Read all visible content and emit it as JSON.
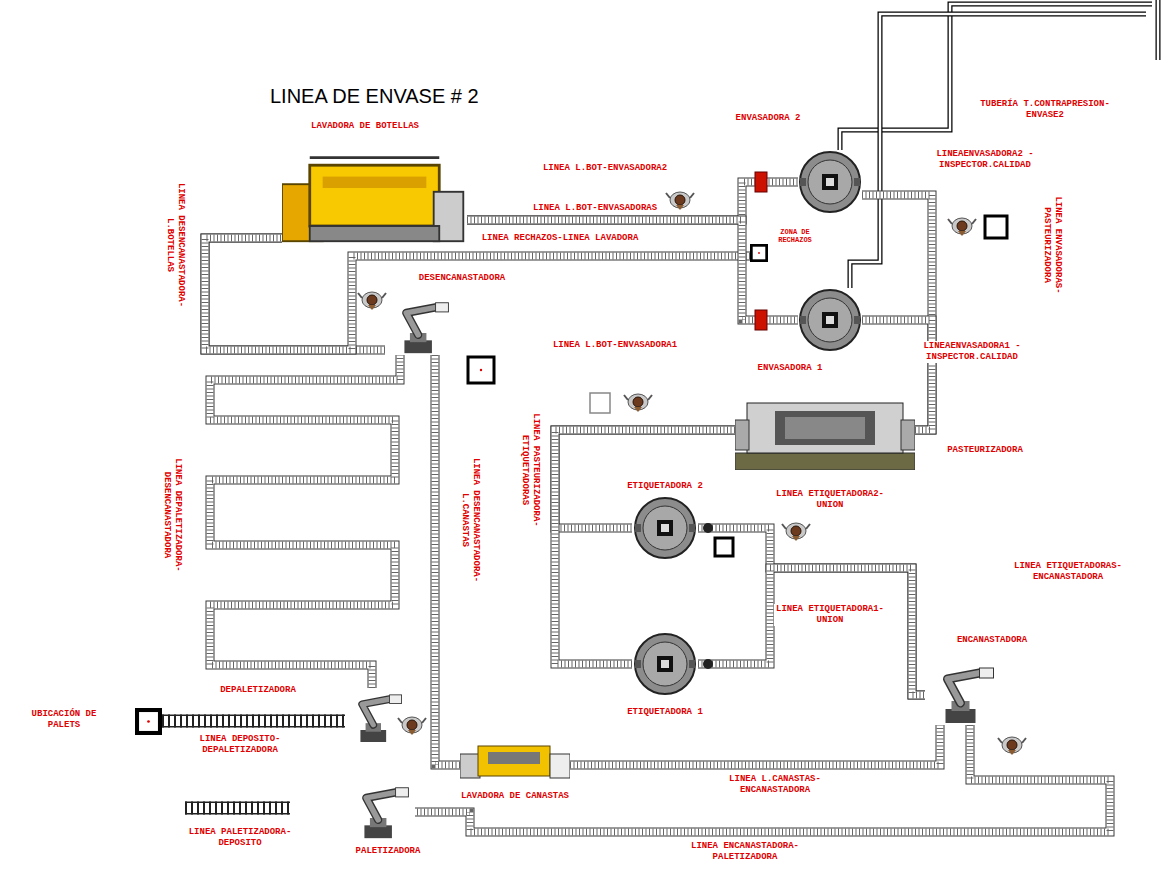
{
  "diagram": {
    "title": "LINEA DE ENVASE # 2",
    "nodes": [
      {
        "text": [
          "LAVADORA DE BOTELLAS"
        ]
      },
      {
        "text": [
          "ENVASADORA 2"
        ]
      },
      {
        "text": [
          "ENVASADORA 1"
        ]
      },
      {
        "text": [
          "DESENCANASTADORA"
        ]
      },
      {
        "text": [
          "PASTEURIZADORA"
        ]
      },
      {
        "text": [
          "ETIQUETADORA 2"
        ]
      },
      {
        "text": [
          "ETIQUETADORA 1"
        ]
      },
      {
        "text": [
          "ENCANASTADORA"
        ]
      },
      {
        "text": [
          "DEPALETIZADORA"
        ]
      },
      {
        "text": [
          "LAVADORA DE CANASTAS"
        ]
      },
      {
        "text": [
          "PALETIZADORA"
        ]
      },
      {
        "text": [
          "ZONA DE RECHAZOS"
        ]
      },
      {
        "text": [
          "UBICACIÓN DE PALETS"
        ]
      }
    ],
    "edges": [
      {
        "from": 12,
        "to": 8,
        "arrow": "none"
      },
      {
        "from": 8,
        "to": 3,
        "arrow": "none"
      },
      {
        "from": 3,
        "to": 0,
        "arrow": "none"
      },
      {
        "from": 11,
        "to": 0,
        "arrow": "none"
      },
      {
        "from": 3,
        "to": 9,
        "arrow": "none"
      },
      {
        "from": 0,
        "to": 1,
        "arrow": "none"
      },
      {
        "from": 0,
        "to": 2,
        "arrow": "none"
      },
      {
        "from": 1,
        "to": 4,
        "arrow": "none"
      },
      {
        "from": 2,
        "to": 4,
        "arrow": "none"
      },
      {
        "from": 4,
        "to": 5,
        "arrow": "none"
      },
      {
        "from": 4,
        "to": 6,
        "arrow": "none"
      },
      {
        "from": 5,
        "to": 7,
        "arrow": "none"
      },
      {
        "from": 6,
        "to": 7,
        "arrow": "none"
      },
      {
        "from": 9,
        "to": 7,
        "arrow": "none"
      },
      {
        "from": 7,
        "to": 10,
        "arrow": "none"
      }
    ],
    "labels": [
      "TUBERÍA T.CONTRAPRESION-ENVASE2",
      "LINEA L.BOT-ENVASADORA2",
      "LINEAENVASADORA2 -INSPECTOR.CALIDAD",
      "LINEA L.BOT-ENVASADORAS",
      "LINEA RECHAZOS-LINEA LAVADORA",
      "LINEA DESENCANASTADORA-L.BOTELLAS",
      "LINEA L.BOT-ENVASADORA1",
      "LINEAENVASADORA1 -INSPECTOR.CALIDAD",
      "LINEA ENVASADORAS-PASTEURIZADORA",
      "LINEA PASTEURIZADORA-ETIQUETADORAS",
      "LINEA DEPALETIZADORA-DESENCANASTADORA",
      "LINEA DESENCANASTADORA-L.CANASTAS",
      "LINEA ETIQUETADORA2-UNION",
      "LINEA ETIQUETADORAS-ENCANASTADORA",
      "LINEA ETIQUETADORA1-UNION",
      "LINEA L.CANASTAS-ENCANASTADORA",
      "LINEA DEPOSITO-DEPALETIZADORA",
      "LINEA PALETIZADORA-DEPOSITO",
      "LINEA ENCANASTADORA-PALETIZADORA"
    ]
  }
}
